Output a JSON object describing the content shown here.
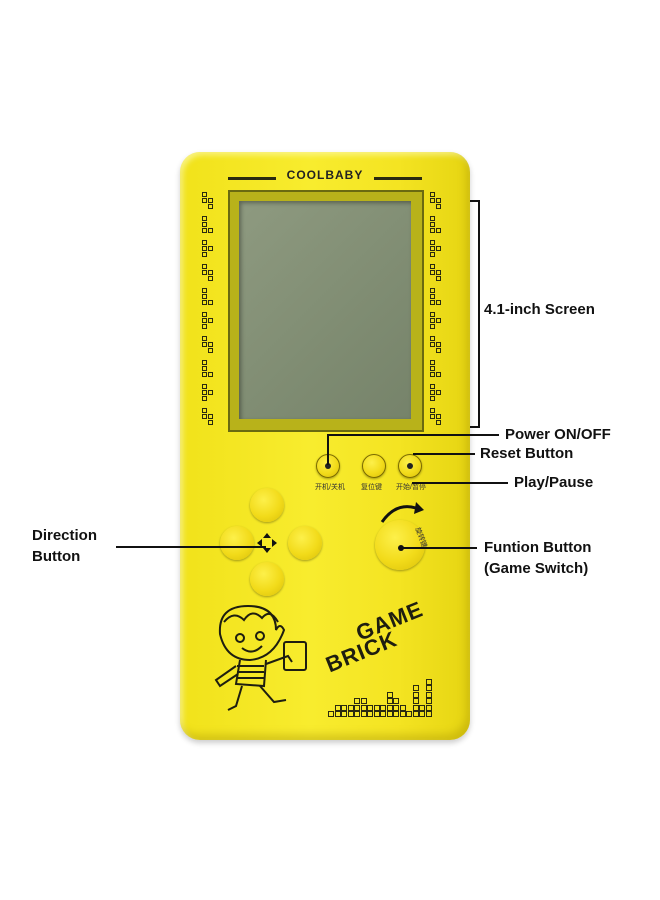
{
  "brand": "COOLBABY",
  "chinese_labels": {
    "power": "开机/关机",
    "reset": "复位键",
    "play": "开始/暂停",
    "rotate": "旋转键"
  },
  "logo_text": {
    "line1": "BRICK",
    "line2": "GAME"
  },
  "callouts": {
    "screen": "4.1-inch Screen",
    "power": "Power ON/OFF",
    "reset": "Reset Button",
    "play": "Play/Pause",
    "direction_line1": "Direction",
    "direction_line2": "Button",
    "function_line1": "Funtion Button",
    "function_line2": "(Game Switch)"
  },
  "colors": {
    "body": "#f5e625",
    "screen": "#86927a",
    "outline": "#1e1e10"
  },
  "icons": [
    "boy-mascot-icon",
    "tetris-block-icon",
    "direction-arrows-icon",
    "rotate-arrow-icon"
  ]
}
